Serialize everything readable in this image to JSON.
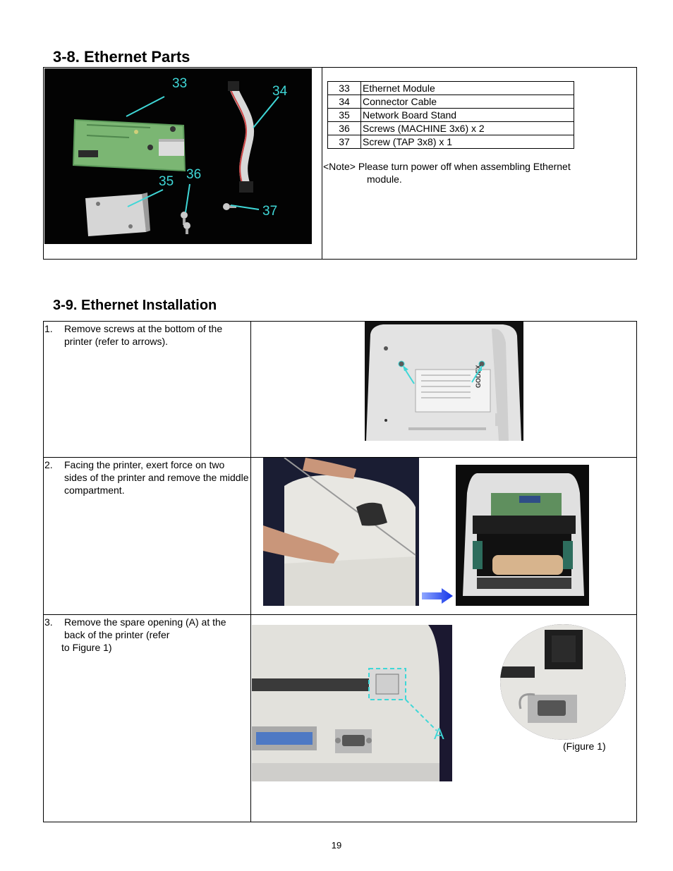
{
  "section1": {
    "title": "3-8. Ethernet Parts",
    "parts": [
      {
        "num": "33",
        "name": "Ethernet Module"
      },
      {
        "num": "34",
        "name": "Connector Cable"
      },
      {
        "num": "35",
        "name": "Network Board Stand"
      },
      {
        "num": "36",
        "name": "Screws (MACHINE 3x6) x 2"
      },
      {
        "num": "37",
        "name": "Screw (TAP 3x8) x 1"
      }
    ],
    "note_line1": "<Note> Please turn power off when assembling Ethernet",
    "note_line2": "module.",
    "callouts": [
      "33",
      "34",
      "35",
      "36",
      "37"
    ]
  },
  "section2": {
    "title": "3-9. Ethernet Installation",
    "steps": [
      {
        "num": "1.",
        "text": "Remove screws at the bottom of the printer (refer to arrows)."
      },
      {
        "num": "2.",
        "text": "Facing the printer, exert force on two sides of the printer and remove the middle compartment."
      },
      {
        "num": "3.",
        "text_line1": "Remove the spare opening (A) at the back of the printer (refer",
        "text_line2": "to Figure 1)"
      }
    ],
    "label_a": "A",
    "figure_caption": "(Figure 1)",
    "brand_label": "GODEX"
  },
  "footer": {
    "page_number": "19"
  }
}
